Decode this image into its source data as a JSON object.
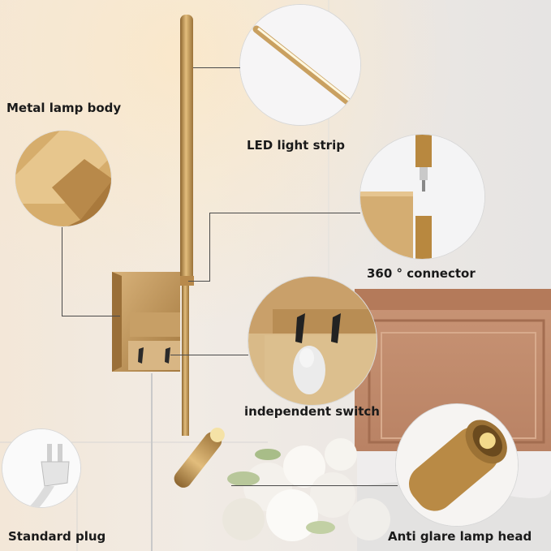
{
  "colors": {
    "brass": "#c79a55",
    "brass_dark": "#8c6530",
    "wall": "#ece9e6",
    "wood": "#c48f70",
    "label_text": "#1a1a1a"
  },
  "callouts": {
    "metal_body": "Metal lamp body",
    "led_strip": "LED light strip",
    "connector": "360 ° connector",
    "switch": "independent switch",
    "plug": "Standard plug",
    "lamp_head": "Anti glare lamp head"
  }
}
